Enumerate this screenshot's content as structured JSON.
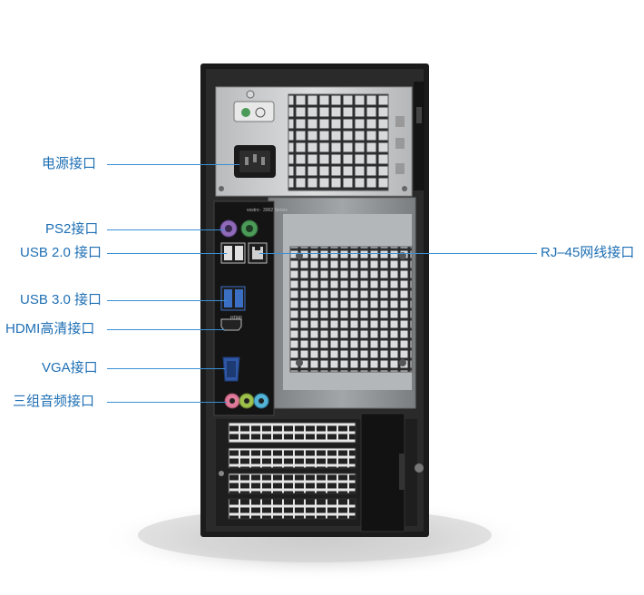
{
  "callouts": {
    "power": "电源接口",
    "ps2": "PS2接口",
    "usb2": "USB 2.0 接口",
    "usb3": "USB 3.0 接口",
    "hdmi": "HDMI高清接口",
    "vga": "VGA接口",
    "audio": "三组音频接口",
    "rj45": "RJ–45网线接口"
  },
  "device": {
    "brand_text": "vostro · 3902 Series",
    "hdmi_text": "HDMI"
  },
  "colors": {
    "label": "#1e6fb4",
    "leader": "#3a8fd4",
    "chassis": "#1b1b1b",
    "panel": "#8f9294",
    "ps2_purple": "#8e6ab8",
    "ps2_green": "#4c9a58",
    "vga_blue": "#2f57a6",
    "audio_pink": "#e07a9a",
    "audio_lime": "#9cc04a",
    "audio_cyan": "#52b3d6"
  }
}
